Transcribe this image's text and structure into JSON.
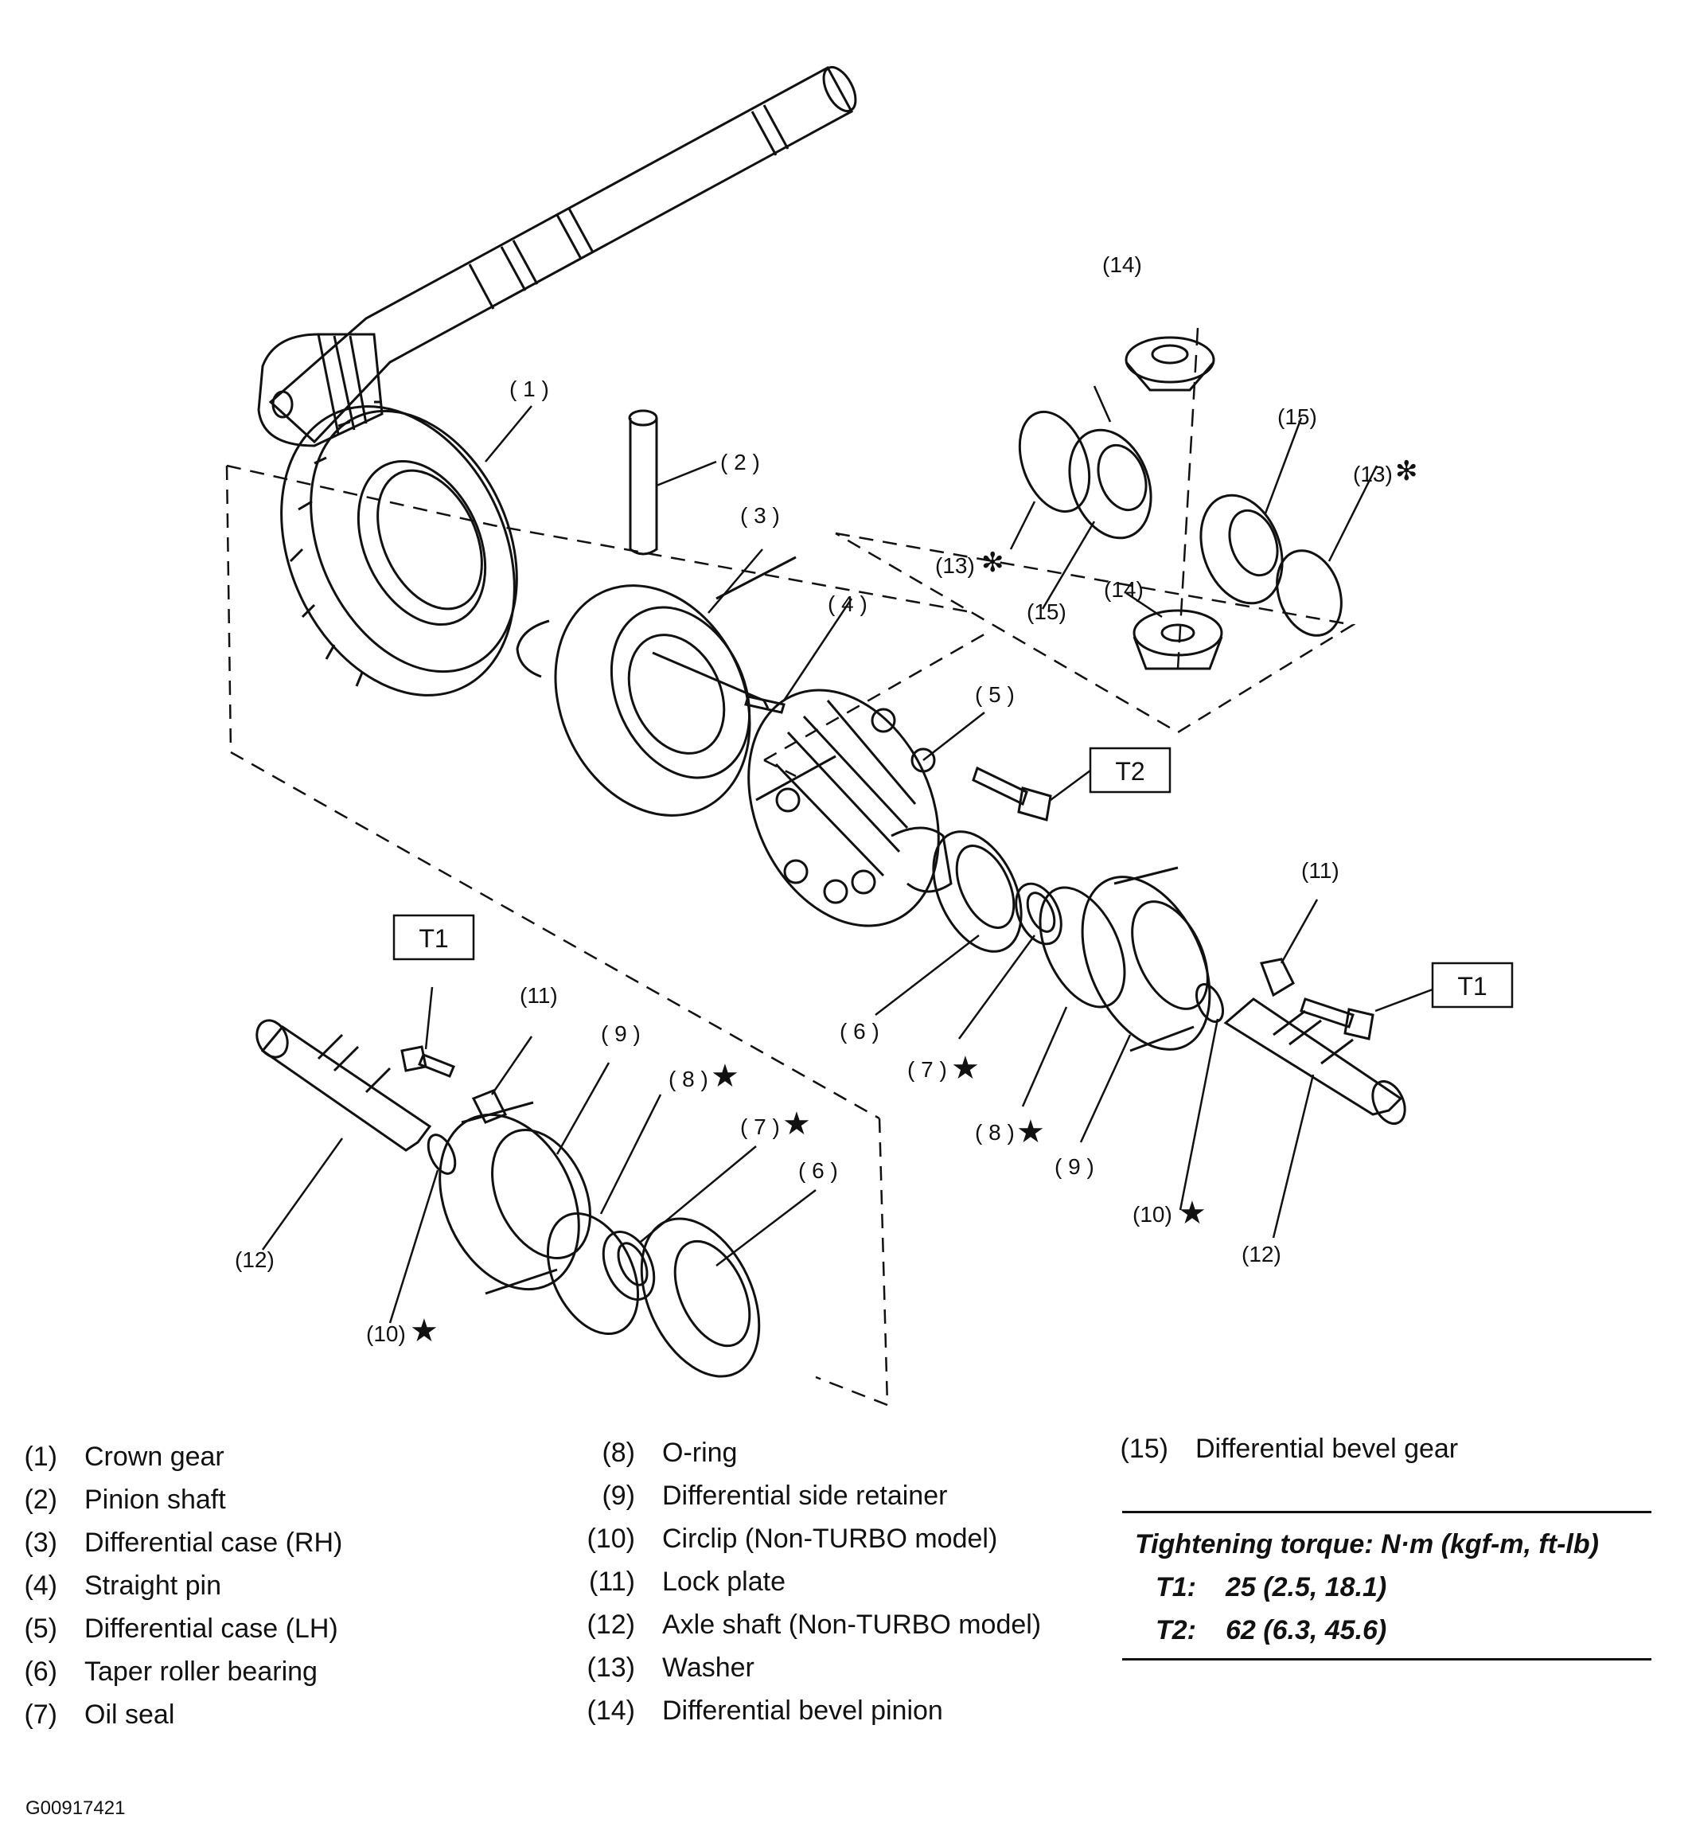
{
  "callouts": {
    "c1": "( 1 )",
    "c2": "( 2 )",
    "c3": "( 3 )",
    "c4": "( 4 )",
    "c5": "( 5 )",
    "c6a": "( 6 )",
    "c6b": "( 6 )",
    "c7a": "( 7 )",
    "c7b": "( 7 )",
    "c8a": "( 8 )",
    "c8b": "( 8 )",
    "c9a": "( 9 )",
    "c9b": "( 9 )",
    "c10a": "(10)",
    "c10b": "(10)",
    "c11a": "(11)",
    "c11b": "(11)",
    "c12a": "(12)",
    "c12b": "(12)",
    "c13a": "(13)",
    "c13b": "(13)",
    "c14a": "(14)",
    "c14b": "(14)",
    "c15a": "(15)",
    "c15b": "(15)",
    "star": "★",
    "asterisk": "✻"
  },
  "torque_labels": {
    "t1a": "T1",
    "t1b": "T1",
    "t2": "T2"
  },
  "legend": [
    {
      "num": "(1)",
      "name": "Crown gear"
    },
    {
      "num": "(2)",
      "name": "Pinion shaft"
    },
    {
      "num": "(3)",
      "name": "Differential case (RH)"
    },
    {
      "num": "(4)",
      "name": "Straight pin"
    },
    {
      "num": "(5)",
      "name": "Differential case (LH)"
    },
    {
      "num": "(6)",
      "name": "Taper roller bearing"
    },
    {
      "num": "(7)",
      "name": "Oil seal"
    },
    {
      "num": "(8)",
      "name": "O-ring"
    },
    {
      "num": "(9)",
      "name": "Differential side retainer"
    },
    {
      "num": "(10)",
      "name": "Circlip (Non-TURBO model)"
    },
    {
      "num": "(11)",
      "name": "Lock plate"
    },
    {
      "num": "(12)",
      "name": "Axle shaft (Non-TURBO model)"
    },
    {
      "num": "(13)",
      "name": "Washer"
    },
    {
      "num": "(14)",
      "name": "Differential bevel pinion"
    },
    {
      "num": "(15)",
      "name": "Differential bevel gear"
    }
  ],
  "torque_spec": {
    "heading": "Tightening torque: N·m (kgf-m, ft-lb)",
    "rows": [
      {
        "key": "T1:",
        "value": "25 (2.5, 18.1)"
      },
      {
        "key": "T2:",
        "value": "62 (6.3, 45.6)"
      }
    ]
  },
  "figure_code": "G00917421"
}
